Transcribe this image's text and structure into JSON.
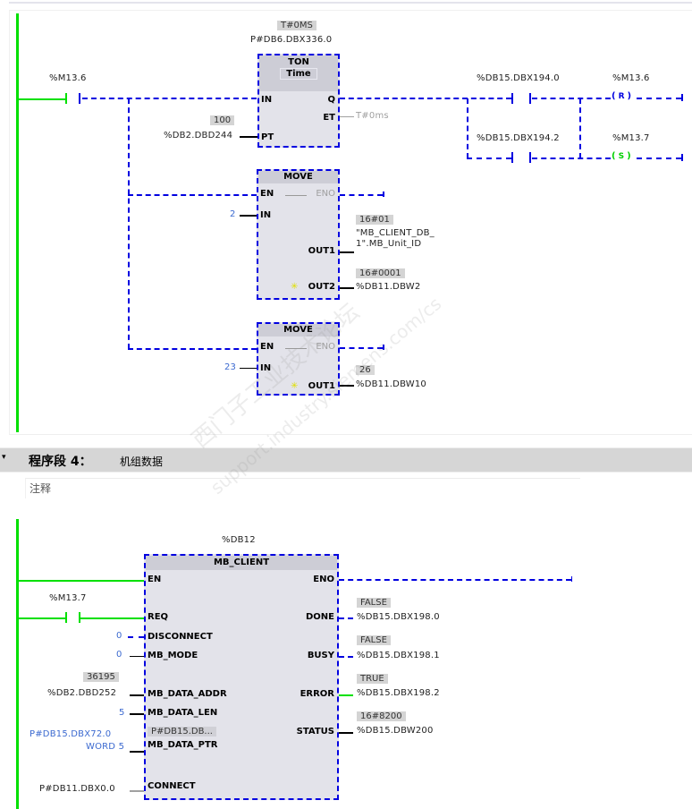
{
  "network3": {
    "contact_in": {
      "operand": "%M13.6"
    },
    "ton": {
      "instance_value": "T#0MS",
      "instance": "P#DB6.DBX336.0",
      "type": "TON",
      "data_type": "Time",
      "pins": {
        "in": "IN",
        "pt": "PT",
        "q": "Q",
        "et": "ET"
      },
      "pt_value": "100",
      "pt_operand": "%DB2.DBD244",
      "et_output": "T#0ms"
    },
    "contact_q1": {
      "operand": "%DB15.DBX194.0"
    },
    "contact_q2": {
      "operand": "%DB15.DBX194.2"
    },
    "coil_reset": {
      "operand": "%M13.6",
      "symbol": "R"
    },
    "coil_set": {
      "operand": "%M13.7",
      "symbol": "S"
    },
    "move1": {
      "title": "MOVE",
      "pins": {
        "en": "EN",
        "eno": "ENO",
        "in": "IN",
        "out1": "OUT1",
        "out2": "OUT2"
      },
      "in_value": "2",
      "out1_value": "16#01",
      "out1_operand_line1": "\"MB_CLIENT_DB_",
      "out1_operand_line2": "1\".MB_Unit_ID",
      "out2_value": "16#0001",
      "out2_operand": "%DB11.DBW2"
    },
    "move2": {
      "title": "MOVE",
      "pins": {
        "en": "EN",
        "eno": "ENO",
        "in": "IN",
        "out1": "OUT1"
      },
      "in_value": "23",
      "out1_value": "26",
      "out1_operand": "%DB11.DBW10"
    }
  },
  "network4": {
    "collapse_icon": "triangle-down",
    "title": "程序段 4：",
    "description": "机组数据",
    "comment": "注释",
    "contact_req": {
      "operand": "%M13.7"
    },
    "mb_client": {
      "instance": "%DB12",
      "title": "MB_CLIENT",
      "inputs": [
        {
          "pin": "EN",
          "value": "",
          "operand": ""
        },
        {
          "pin": "REQ",
          "value": "",
          "operand": ""
        },
        {
          "pin": "DISCONNECT",
          "value": "",
          "operand": "0"
        },
        {
          "pin": "MB_MODE",
          "value": "",
          "operand": "0"
        },
        {
          "pin": "MB_DATA_ADDR",
          "value": "36195",
          "operand": "%DB2.DBD252"
        },
        {
          "pin": "MB_DATA_LEN",
          "value": "",
          "operand": "5"
        },
        {
          "pin": "MB_DATA_PTR",
          "value": "P#DB15.DB...",
          "operand_line1": "P#DB15.DBX72.0",
          "operand_line2": "WORD 5"
        },
        {
          "pin": "CONNECT",
          "value": "",
          "operand": "P#DB11.DBX0.0"
        }
      ],
      "outputs": [
        {
          "pin": "ENO",
          "value": "",
          "operand": ""
        },
        {
          "pin": "DONE",
          "value": "FALSE",
          "operand": "%DB15.DBX198.0"
        },
        {
          "pin": "BUSY",
          "value": "FALSE",
          "operand": "%DB15.DBX198.1"
        },
        {
          "pin": "ERROR",
          "value": "TRUE",
          "operand": "%DB15.DBX198.2"
        },
        {
          "pin": "STATUS",
          "value": "16#8200",
          "operand": "%DB15.DBW200"
        }
      ]
    }
  },
  "watermark": {
    "line1": "西门子工业技术论坛",
    "line2": "support.industry.siemens.com/cs"
  },
  "colors": {
    "power_flow": "#00e000",
    "no_flow": "#0000e0",
    "block_bg": "#e3e3ea",
    "value_bg": "#d4d4d4",
    "header_bg": "#d6d6d6"
  }
}
